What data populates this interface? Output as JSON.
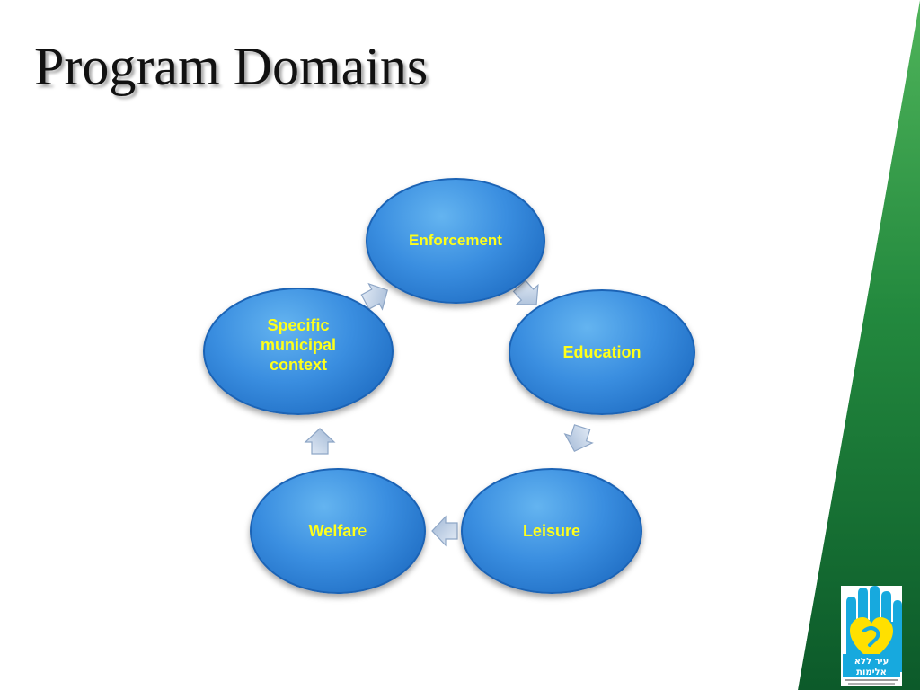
{
  "slide": {
    "title": "Program Domains"
  },
  "diagram": {
    "type": "cycle",
    "nodes": [
      {
        "id": "enforcement",
        "label": "Enforcement"
      },
      {
        "id": "education",
        "label": "Education"
      },
      {
        "id": "leisure",
        "label": "Leisure"
      },
      {
        "id": "welfare",
        "label_main": "Welfar",
        "label_tail": "e"
      },
      {
        "id": "specific",
        "label_lines": [
          "Specific",
          "municipal",
          "context"
        ]
      }
    ],
    "colors": {
      "node_fill": "#3a8ee0",
      "node_text": "#ffff1a",
      "arrow_fill": "#b8cce4",
      "band_green": "#1a7a3a"
    }
  },
  "logo": {
    "icon": "hand-heart-logo-icon",
    "text_lines": [
      "עיר ללא",
      "אלימות"
    ]
  }
}
